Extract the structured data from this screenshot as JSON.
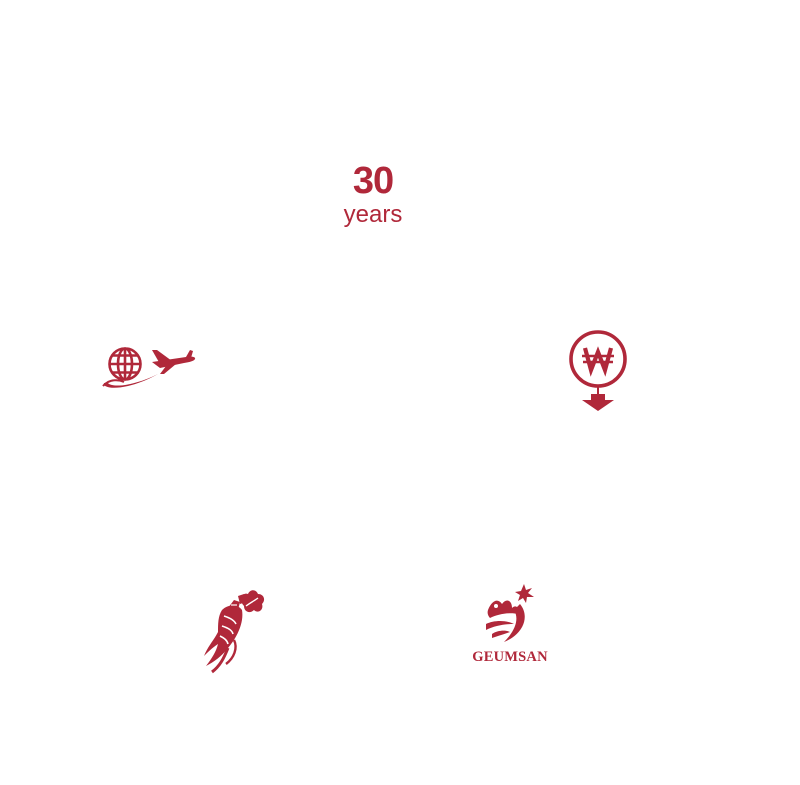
{
  "colors": {
    "accent": "#b0283a",
    "background": "#ffffff"
  },
  "experience": {
    "number": "30",
    "unit": "years"
  },
  "icons": {
    "export": "globe-airplane-icon",
    "price": "won-price-down-icon",
    "product": "ginseng-icon",
    "origin": "geumsan-logo-icon"
  },
  "origin_logo": {
    "wordmark": "GEUMSAN"
  }
}
